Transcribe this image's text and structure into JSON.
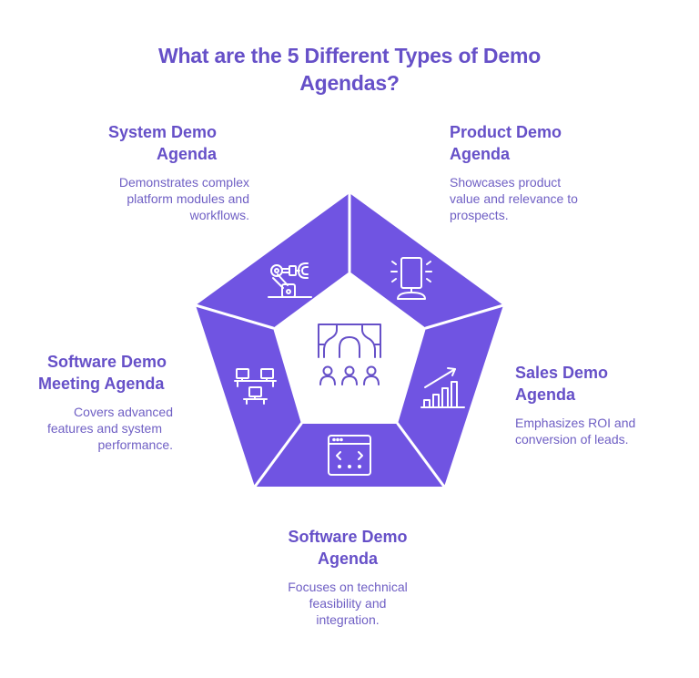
{
  "title": {
    "line1": "What are the 5 Different Types of Demo",
    "line2": "Agendas?"
  },
  "colors": {
    "segment_fill": "#7054e2",
    "text_heading": "#6650c8",
    "text_desc": "#6f5fc4",
    "icon_stroke_inner": "#6650c8",
    "icon_stroke_outer": "#ffffff",
    "background": "#ffffff"
  },
  "center": {
    "icon": "audience-presentation-icon"
  },
  "segments": [
    {
      "id": "system-demo",
      "heading_line1": "System Demo",
      "heading_line2": "Agenda",
      "desc_line1": "Demonstrates complex",
      "desc_line2": "platform modules and",
      "desc_line3": "workflows.",
      "icon": "robotic-arm-icon"
    },
    {
      "id": "product-demo",
      "heading_line1": "Product Demo",
      "heading_line2": "Agenda",
      "desc_line1": "Showcases product",
      "desc_line2": "value and relevance to",
      "desc_line3": "prospects.",
      "icon": "display-stand-icon"
    },
    {
      "id": "sales-demo",
      "heading_line1": "Sales Demo",
      "heading_line2": "Agenda",
      "desc_line1": "Emphasizes ROI and",
      "desc_line2": "conversion of leads.",
      "icon": "growth-chart-icon"
    },
    {
      "id": "software-demo",
      "heading_line1": "Software Demo",
      "heading_line2": "Agenda",
      "desc_line1": "Focuses on technical",
      "desc_line2": "feasibility and",
      "desc_line3": "integration.",
      "icon": "code-window-icon"
    },
    {
      "id": "software-demo-meeting",
      "heading_line1": "Software Demo",
      "heading_line2": "Meeting Agenda",
      "desc_line1": "Covers advanced",
      "desc_line2": "features and system",
      "desc_line3": "performance.",
      "icon": "networked-computers-icon"
    }
  ]
}
